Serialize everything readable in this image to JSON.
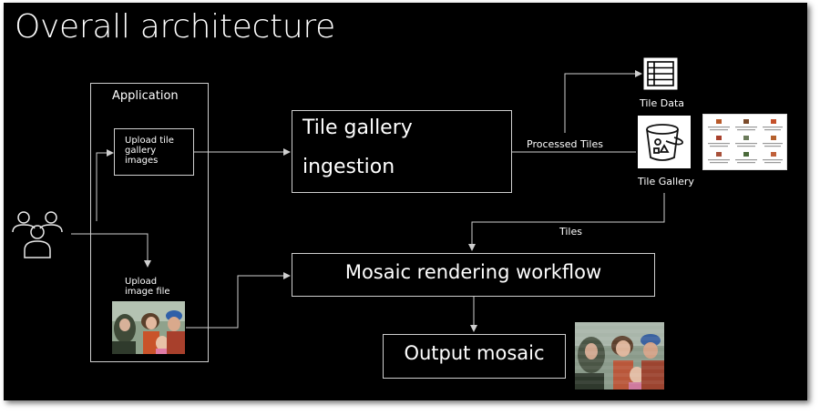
{
  "title": "Overall architecture",
  "application": {
    "label": "Application",
    "upload_tile_lines": [
      "Upload tile",
      "gallery",
      "images"
    ],
    "upload_image_lines": [
      "Upload",
      "image file"
    ]
  },
  "ingestion": {
    "lines": [
      "Tile gallery",
      "ingestion"
    ]
  },
  "workflow": {
    "label": "Mosaic rendering workflow"
  },
  "output": {
    "label": "Output mosaic"
  },
  "edges": {
    "processed_tiles": "Processed Tiles",
    "tiles": "Tiles"
  },
  "storage": {
    "tile_data": "Tile Data",
    "tile_gallery": "Tile Gallery"
  },
  "icons": {
    "users": "users-icon",
    "table": "table-icon",
    "bucket": "bucket-icon"
  },
  "colors": {
    "background": "#000000",
    "line": "#cfcfcf",
    "text": "#ffffff",
    "bucket_icon": "#111111"
  }
}
